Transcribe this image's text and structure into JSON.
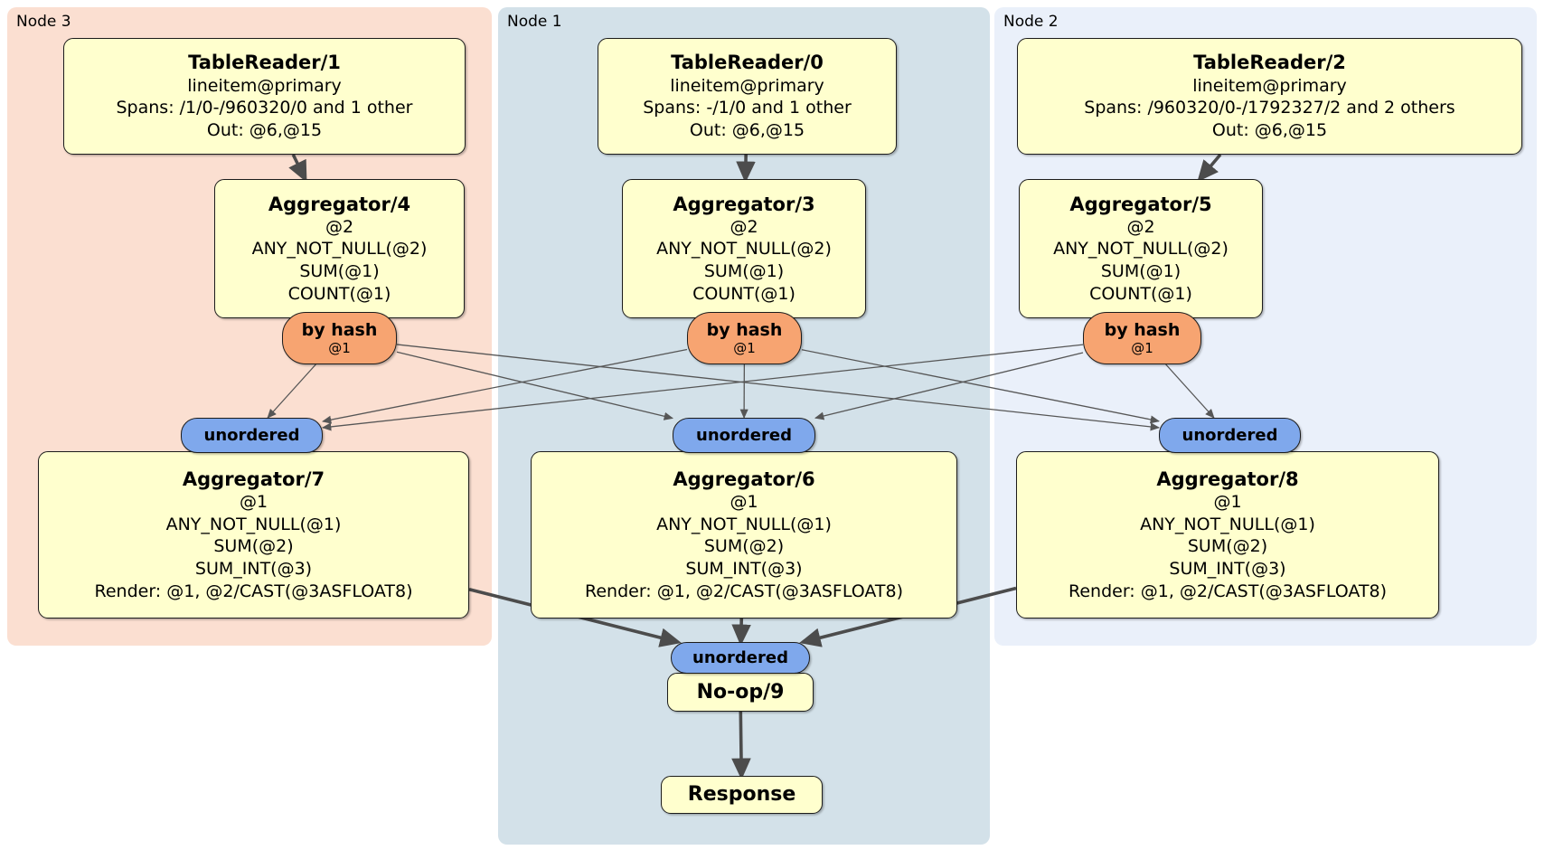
{
  "panels": [
    {
      "id": "node3",
      "label": "Node 3",
      "color": "#fbdfd1"
    },
    {
      "id": "node1",
      "label": "Node 1",
      "color": "#d3e1e9"
    },
    {
      "id": "node2",
      "label": "Node 2",
      "color": "#eaf0fa"
    }
  ],
  "processors": {
    "tr1": {
      "title": "TableReader/1",
      "lines": [
        "lineitem@primary",
        "Spans: /1/0-/960320/0 and 1 other",
        "Out: @6,@15"
      ]
    },
    "tr0": {
      "title": "TableReader/0",
      "lines": [
        "lineitem@primary",
        "Spans: -/1/0 and 1 other",
        "Out: @6,@15"
      ]
    },
    "tr2": {
      "title": "TableReader/2",
      "lines": [
        "lineitem@primary",
        "Spans: /960320/0-/1792327/2 and 2 others",
        "Out: @6,@15"
      ]
    },
    "agg4": {
      "title": "Aggregator/4",
      "lines": [
        "@2",
        "ANY_NOT_NULL(@2)",
        "SUM(@1)",
        "COUNT(@1)"
      ]
    },
    "agg3": {
      "title": "Aggregator/3",
      "lines": [
        "@2",
        "ANY_NOT_NULL(@2)",
        "SUM(@1)",
        "COUNT(@1)"
      ]
    },
    "agg5": {
      "title": "Aggregator/5",
      "lines": [
        "@2",
        "ANY_NOT_NULL(@2)",
        "SUM(@1)",
        "COUNT(@1)"
      ]
    },
    "agg7": {
      "title": "Aggregator/7",
      "lines": [
        "@1",
        "ANY_NOT_NULL(@1)",
        "SUM(@2)",
        "SUM_INT(@3)",
        "Render: @1, @2/CAST(@3ASFLOAT8)"
      ]
    },
    "agg6": {
      "title": "Aggregator/6",
      "lines": [
        "@1",
        "ANY_NOT_NULL(@1)",
        "SUM(@2)",
        "SUM_INT(@3)",
        "Render: @1, @2/CAST(@3ASFLOAT8)"
      ]
    },
    "agg8": {
      "title": "Aggregator/8",
      "lines": [
        "@1",
        "ANY_NOT_NULL(@1)",
        "SUM(@2)",
        "SUM_INT(@3)",
        "Render: @1, @2/CAST(@3ASFLOAT8)"
      ]
    },
    "noop": {
      "title": "No-op/9"
    },
    "response": {
      "title": "Response"
    }
  },
  "routers": {
    "byhash4": {
      "label": "by hash",
      "sublabel": "@1"
    },
    "byhash3": {
      "label": "by hash",
      "sublabel": "@1"
    },
    "byhash5": {
      "label": "by hash",
      "sublabel": "@1"
    }
  },
  "streams": {
    "uno7": {
      "label": "unordered"
    },
    "uno6": {
      "label": "unordered"
    },
    "uno8": {
      "label": "unordered"
    },
    "unoBottom": {
      "label": "unordered"
    }
  },
  "edges": [
    {
      "from": "tr1",
      "to": "agg4",
      "kind": "thick"
    },
    {
      "from": "tr0",
      "to": "agg3",
      "kind": "thick"
    },
    {
      "from": "tr2",
      "to": "agg5",
      "kind": "thick"
    },
    {
      "from": "byhash4",
      "to": "uno7",
      "kind": "thin"
    },
    {
      "from": "byhash4",
      "to": "uno6",
      "kind": "thin"
    },
    {
      "from": "byhash4",
      "to": "uno8",
      "kind": "thin"
    },
    {
      "from": "byhash3",
      "to": "uno7",
      "kind": "thin"
    },
    {
      "from": "byhash3",
      "to": "uno6",
      "kind": "thin"
    },
    {
      "from": "byhash3",
      "to": "uno8",
      "kind": "thin"
    },
    {
      "from": "byhash5",
      "to": "uno7",
      "kind": "thin"
    },
    {
      "from": "byhash5",
      "to": "uno6",
      "kind": "thin"
    },
    {
      "from": "byhash5",
      "to": "uno8",
      "kind": "thin"
    },
    {
      "from": "agg7",
      "to": "unoBottom",
      "kind": "thick"
    },
    {
      "from": "agg6",
      "to": "unoBottom",
      "kind": "thick"
    },
    {
      "from": "agg8",
      "to": "unoBottom",
      "kind": "thick"
    },
    {
      "from": "noop",
      "to": "response",
      "kind": "thick"
    }
  ],
  "colors": {
    "processor_fill": "#ffffce",
    "router_fill": "#f7a471",
    "stream_fill": "#7fa8ec",
    "edge_thick": "#4c4c4c",
    "edge_thin": "#565656"
  }
}
